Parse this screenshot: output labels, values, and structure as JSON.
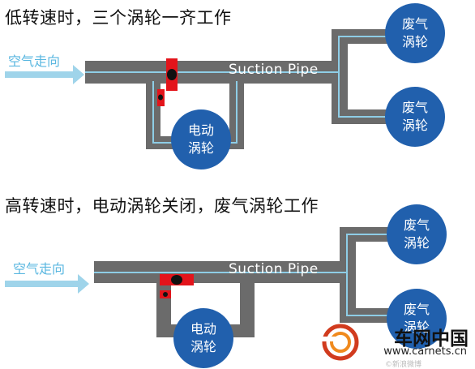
{
  "scenarios": [
    {
      "title": "低转速时，三个涡轮一齐工作",
      "air_direction": "空气走向",
      "pipe_label": "Suction Pipe"
    },
    {
      "title": "高转速时，电动涡轮关闭，废气涡轮工作",
      "air_direction": "空气走向",
      "pipe_label": "Suction Pipe"
    }
  ],
  "turbo_labels": {
    "electric": "电动涡轮",
    "exhaust": "废气涡轮"
  },
  "brand": {
    "name": "车网中国",
    "url": "www.carnets.cn",
    "watermark": "©新浪微博"
  },
  "colors": {
    "pipe": "#6b6b6b",
    "flow": "#8ecde6",
    "valve": "#e3141b",
    "turbo": "#2160ad",
    "arrow": "#8ecde6"
  }
}
